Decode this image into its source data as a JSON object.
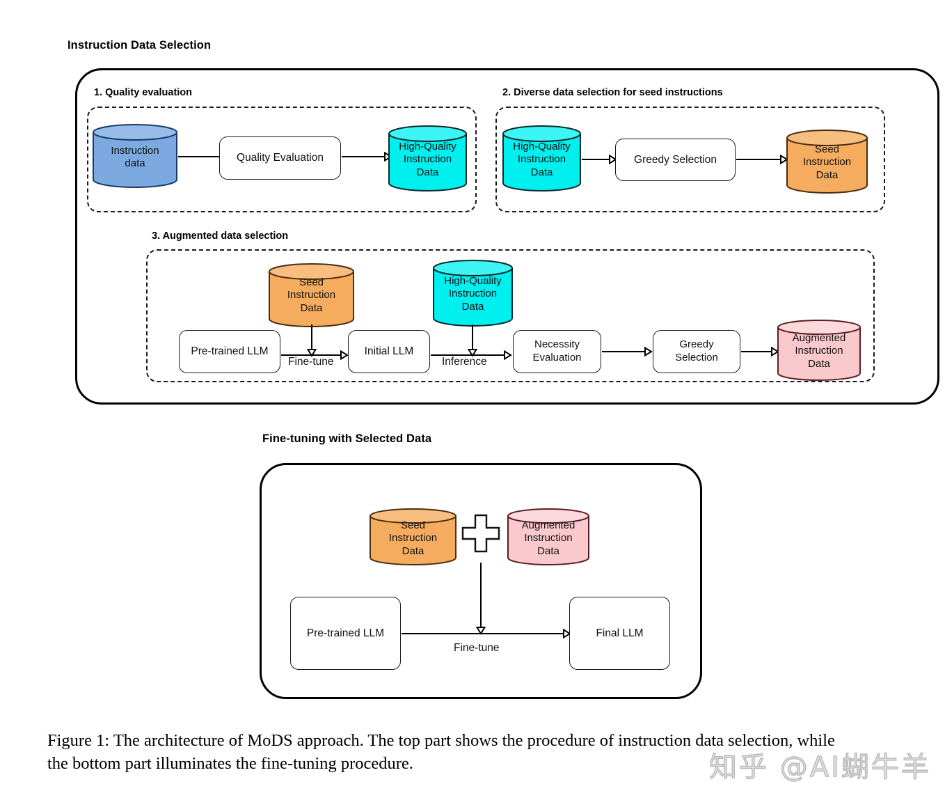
{
  "figure": {
    "top_title": "Instruction Data Selection",
    "bottom_title": "Fine-tuning with Selected Data",
    "caption_line1": "Figure 1: The architecture of MoDS approach. The top part shows the procedure of instruction data selection, while",
    "caption_line2": "the bottom part illuminates the fine-tuning procedure.",
    "watermark": "知乎 @AI蝴牛羊"
  },
  "colors": {
    "blue_fill": "#7CA9E0",
    "blue_top": "#97BCE8",
    "blue_stroke": "#1B3A6B",
    "cyan_fill": "#00EFEF",
    "cyan_top": "#3DF5F5",
    "cyan_stroke": "#0A2A2A",
    "orange_fill": "#F5AC5F",
    "orange_top": "#F8BE80",
    "orange_stroke": "#4A2E10",
    "pink_fill": "#F9C9CE",
    "pink_top": "#FBD9DD",
    "pink_stroke": "#5A1E22",
    "box_stroke": "#1A1A1A",
    "panel_stroke": "#000000"
  },
  "step1": {
    "heading": "1. Quality evaluation",
    "source_db": "Instruction\ndata",
    "process": "Quality Evaluation",
    "result_db": "High-Quality\nInstruction\nData"
  },
  "step2": {
    "heading": "2. Diverse data selection for seed instructions",
    "source_db": "High-Quality\nInstruction\nData",
    "process": "Greedy Selection",
    "result_db": "Seed\nInstruction\nData"
  },
  "step3": {
    "heading": "3. Augmented data selection",
    "seed_db": "Seed\nInstruction\nData",
    "hq_db": "High-Quality\nInstruction\nData",
    "pretrained_llm": "Pre-trained LLM",
    "finetune_label": "Fine-tune",
    "initial_llm": "Initial LLM",
    "inference_label": "Inference",
    "necessity_eval": "Necessity\nEvaluation",
    "greedy_selection": "Greedy\nSelection",
    "augmented_db": "Augmented\nInstruction\nData"
  },
  "finetune": {
    "seed_db": "Seed\nInstruction\nData",
    "plus": "+",
    "augmented_db": "Augmented\nInstruction\nData",
    "pretrained_llm": "Pre-trained LLM",
    "finetune_label": "Fine-tune",
    "final_llm": "Final LLM"
  }
}
